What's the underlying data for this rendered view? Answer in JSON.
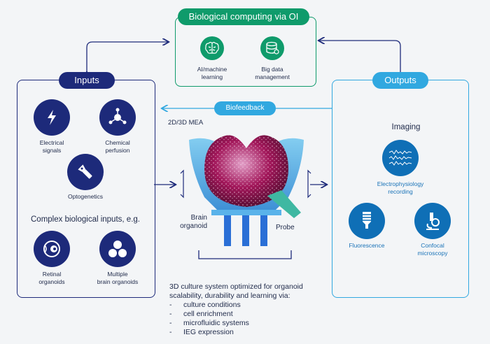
{
  "top": {
    "title": "Biological computing via OI",
    "items": [
      {
        "label_line1": "AI/machine",
        "label_line2": "learning",
        "icon": "brain-icon"
      },
      {
        "label_line1": "Big data",
        "label_line2": "management",
        "icon": "database-icon"
      }
    ]
  },
  "inputs": {
    "title": "Inputs",
    "items": [
      {
        "line1": "Electrical",
        "line2": "signals",
        "icon": "lightning-icon"
      },
      {
        "line1": "Chemical",
        "line2": "perfusion",
        "icon": "molecule-icon"
      },
      {
        "line1": "Optogenetics",
        "line2": "",
        "icon": "flashlight-icon"
      }
    ],
    "complex_heading": "Complex biological inputs, e.g.",
    "complex_items": [
      {
        "line1": "Retinal",
        "line2": "organoids",
        "icon": "eye-icon"
      },
      {
        "line1": "Multiple",
        "line2": "brain organoids",
        "icon": "organoids-icon"
      }
    ]
  },
  "outputs": {
    "title": "Outputs",
    "imaging_heading": "Imaging",
    "items": [
      {
        "line1": "Electrophysiology",
        "line2": "recording",
        "icon": "waveform-icon"
      },
      {
        "line1": "Fluorescence",
        "line2": "",
        "icon": "lightbulb-icon"
      },
      {
        "line1": "Confocal",
        "line2": "microscopy",
        "icon": "microscope-icon"
      }
    ]
  },
  "center": {
    "biofeedback": "Biofeedback",
    "mea": "2D/3D MEA",
    "brain_line1": "Brain",
    "brain_line2": "organoid",
    "probe": "Probe"
  },
  "bottom": {
    "line1": "3D culture system optimized for organoid",
    "line2": "scalability, durability and learning via:",
    "bullets": [
      "culture conditions",
      "cell enrichment",
      "microfluidic systems",
      "IEG expression"
    ]
  },
  "colors": {
    "green": "#0f9b6b",
    "navy": "#1d2a7a",
    "sky": "#31a8e0",
    "organoid": "#a2175a"
  }
}
